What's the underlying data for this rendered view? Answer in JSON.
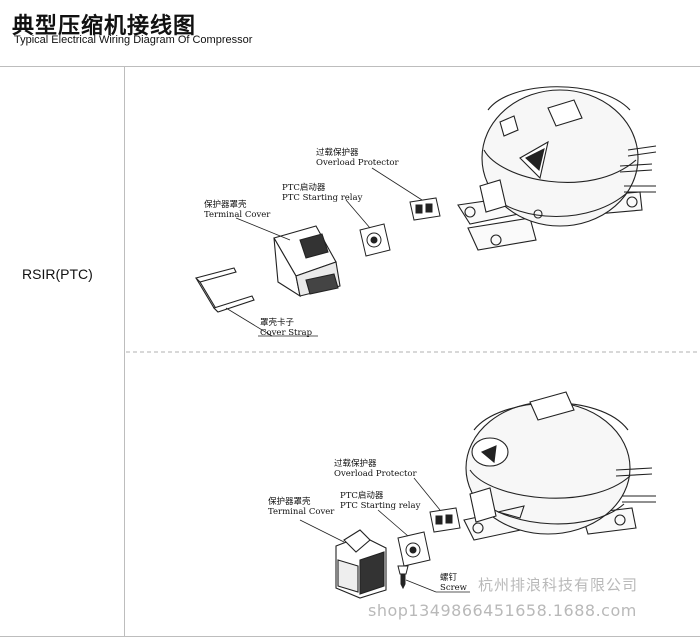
{
  "header": {
    "title_cn": "典型压缩机接线图",
    "title_en": "Typical Electrical Wiring Diagram Of  Compressor"
  },
  "table": {
    "row_label": "RSIR(PTC)"
  },
  "diagram_top": {
    "overload_cn": "过载保护器",
    "overload_en": "Overload Protector",
    "ptc_cn": "PTC启动器",
    "ptc_en": "PTC Starting relay",
    "cover_cn": "保护器罩壳",
    "cover_en": "Terminal Cover",
    "strap_cn": "罩壳卡子",
    "strap_en": "Cover Strap"
  },
  "diagram_bottom": {
    "overload_cn": "过载保护器",
    "overload_en": "Overload Protector",
    "ptc_cn": "PTC启动器",
    "ptc_en": "PTC Starting relay",
    "cover_cn": "保护器罩壳",
    "cover_en": "Terminal Cover",
    "screw_cn": "螺钉",
    "screw_en": "Screw"
  },
  "watermark": {
    "company": "杭州排浪科技有限公司",
    "url": "shop1349866451658.1688.com"
  }
}
